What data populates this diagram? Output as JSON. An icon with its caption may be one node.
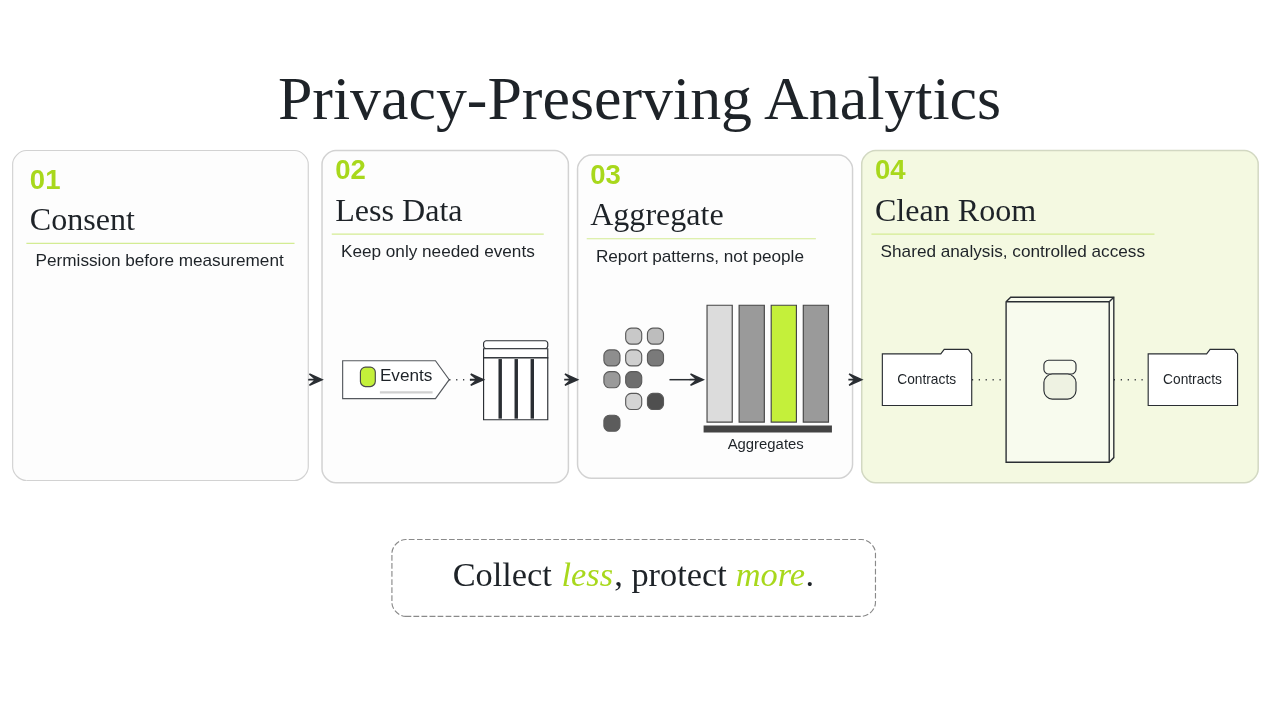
{
  "diagram": {
    "title": "Privacy-Preserving Analytics",
    "nodes": [
      {
        "text": [
          "01",
          "Consent",
          "Permission before measurement"
        ]
      },
      {
        "text": [
          "02",
          "Less Data",
          "Keep only needed events"
        ]
      },
      {
        "text": [
          "Events"
        ],
        "in": 1
      },
      {
        "text": [],
        "shape": "picture",
        "in": 1
      },
      {
        "text": [
          "03",
          "Aggregate",
          "Report patterns, not people"
        ]
      },
      {
        "text": [],
        "shape": "picture",
        "in": 4
      },
      {
        "text": [
          "Aggregates"
        ],
        "in": 4
      },
      {
        "text": [
          "04",
          "Clean Room",
          "Shared analysis, controlled access"
        ]
      },
      {
        "text": [
          "Contracts"
        ],
        "in": 7
      },
      {
        "text": [],
        "shape": "picture",
        "in": 7
      },
      {
        "text": [
          "Contracts"
        ],
        "in": 7
      },
      {
        "text": [
          "Collect *less*, protect *more*."
        ]
      }
    ],
    "edges": [
      {
        "from": 0,
        "to": 1,
        "arrow": "to"
      },
      {
        "from": 2,
        "to": 3,
        "arrow": "to",
        "style": "dashed"
      },
      {
        "from": 1,
        "to": 4,
        "arrow": "to"
      },
      {
        "from": 5,
        "to": 6,
        "arrow": "to"
      },
      {
        "from": 4,
        "to": 7,
        "arrow": "to"
      },
      {
        "from": 8,
        "to": 9,
        "arrow": "none",
        "style": "dashed"
      },
      {
        "from": 9,
        "to": 10,
        "arrow": "none",
        "style": "dashed"
      }
    ]
  }
}
